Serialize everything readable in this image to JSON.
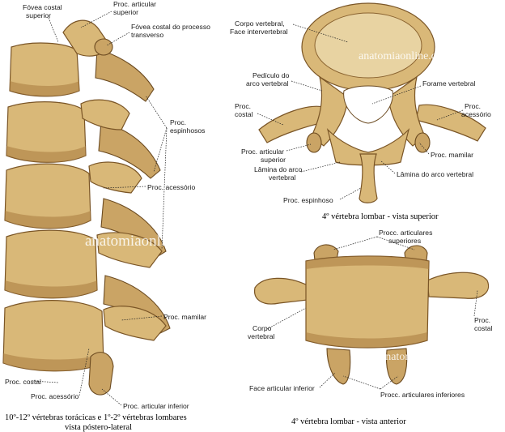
{
  "watermarks": {
    "top_right": "anatomiaonline.com",
    "left": "anatomiaonline.com",
    "bottom_right": "anatomiaonline.com"
  },
  "captions": {
    "left_line1": "10º-12º vértebras torácicas e 1º-2º vértebras lombares",
    "left_line2": "vista póstero-lateral",
    "top_right": "4º vértebra lombar - vista superior",
    "bottom_right": "4º vértebra lombar - vista anterior"
  },
  "labels_left": {
    "fovea_costal_superior_1": "Fóvea costal",
    "fovea_costal_superior_2": "superior",
    "proc_articular_superior_1": "Proc. articular",
    "proc_articular_superior_2": "superior",
    "fovea_costal_transverso_1": "Fóvea costal do processo",
    "fovea_costal_transverso_2": "transverso",
    "proc_espinhosos_1": "Proc.",
    "proc_espinhosos_2": "espinhosos",
    "proc_acessorio": "Proc. acessório",
    "proc_mamilar": "Proc. mamilar",
    "proc_costal": "Proc. costal",
    "proc_acessorio_bottom": "Proc. acessório",
    "proc_articular_inferior": "Proc. articular inferior"
  },
  "labels_superior": {
    "corpo_vertebral_1": "Corpo vertebral,",
    "corpo_vertebral_2": "Face intervertebral",
    "pediculo_1": "Pedículo do",
    "pediculo_2": "arco vertebral",
    "forame_vertebral": "Forame vertebral",
    "proc_costal_1": "Proc.",
    "proc_costal_2": "costal",
    "proc_acessorio_1": "Proc.",
    "proc_acessorio_2": "acessório",
    "proc_mamilar": "Proc. mamilar",
    "proc_articular_superior_1": "Proc. articular",
    "proc_articular_superior_2": "superior",
    "lamina_left_1": "Lâmina do arco",
    "lamina_left_2": "vertebral",
    "lamina_right": "Lâmina do arco vertebral",
    "proc_espinhoso": "Proc. espinhoso"
  },
  "labels_anterior": {
    "proc_articulares_superiores_1": "Procc. articulares",
    "proc_articulares_superiores_2": "superiores",
    "corpo_vertebral_1": "Corpo",
    "corpo_vertebral_2": "vertebral",
    "proc_costal_1": "Proc.",
    "proc_costal_2": "costal",
    "face_articular_inferior": "Face articular inferior",
    "proc_articulares_inferiores": "Procc. articulares inferiores"
  },
  "colors": {
    "bone": "#d9b878",
    "bone_outline": "#7a5526",
    "background": "#ffffff"
  }
}
